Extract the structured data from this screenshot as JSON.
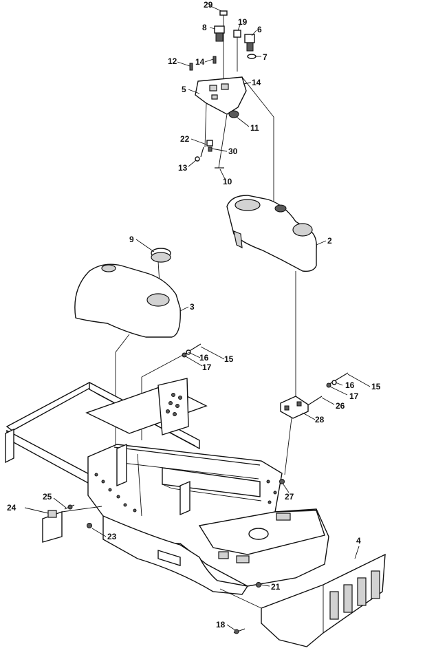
{
  "callouts": [
    {
      "id": "29",
      "label": "29"
    },
    {
      "id": "8",
      "label": "8"
    },
    {
      "id": "19",
      "label": "19"
    },
    {
      "id": "6",
      "label": "6"
    },
    {
      "id": "7",
      "label": "7"
    },
    {
      "id": "12",
      "label": "12"
    },
    {
      "id": "14a",
      "label": "14"
    },
    {
      "id": "14b",
      "label": "14"
    },
    {
      "id": "5",
      "label": "5"
    },
    {
      "id": "11",
      "label": "11"
    },
    {
      "id": "22",
      "label": "22"
    },
    {
      "id": "30",
      "label": "30"
    },
    {
      "id": "13",
      "label": "13"
    },
    {
      "id": "10",
      "label": "10"
    },
    {
      "id": "2",
      "label": "2"
    },
    {
      "id": "9",
      "label": "9"
    },
    {
      "id": "3",
      "label": "3"
    },
    {
      "id": "16a",
      "label": "16"
    },
    {
      "id": "15a",
      "label": "15"
    },
    {
      "id": "17a",
      "label": "17"
    },
    {
      "id": "16b",
      "label": "16"
    },
    {
      "id": "15b",
      "label": "15"
    },
    {
      "id": "17b",
      "label": "17"
    },
    {
      "id": "26",
      "label": "26"
    },
    {
      "id": "28",
      "label": "28"
    },
    {
      "id": "27",
      "label": "27"
    },
    {
      "id": "25",
      "label": "25"
    },
    {
      "id": "24",
      "label": "24"
    },
    {
      "id": "23",
      "label": "23"
    },
    {
      "id": "4",
      "label": "4"
    },
    {
      "id": "21",
      "label": "21"
    },
    {
      "id": "18",
      "label": "18"
    }
  ]
}
